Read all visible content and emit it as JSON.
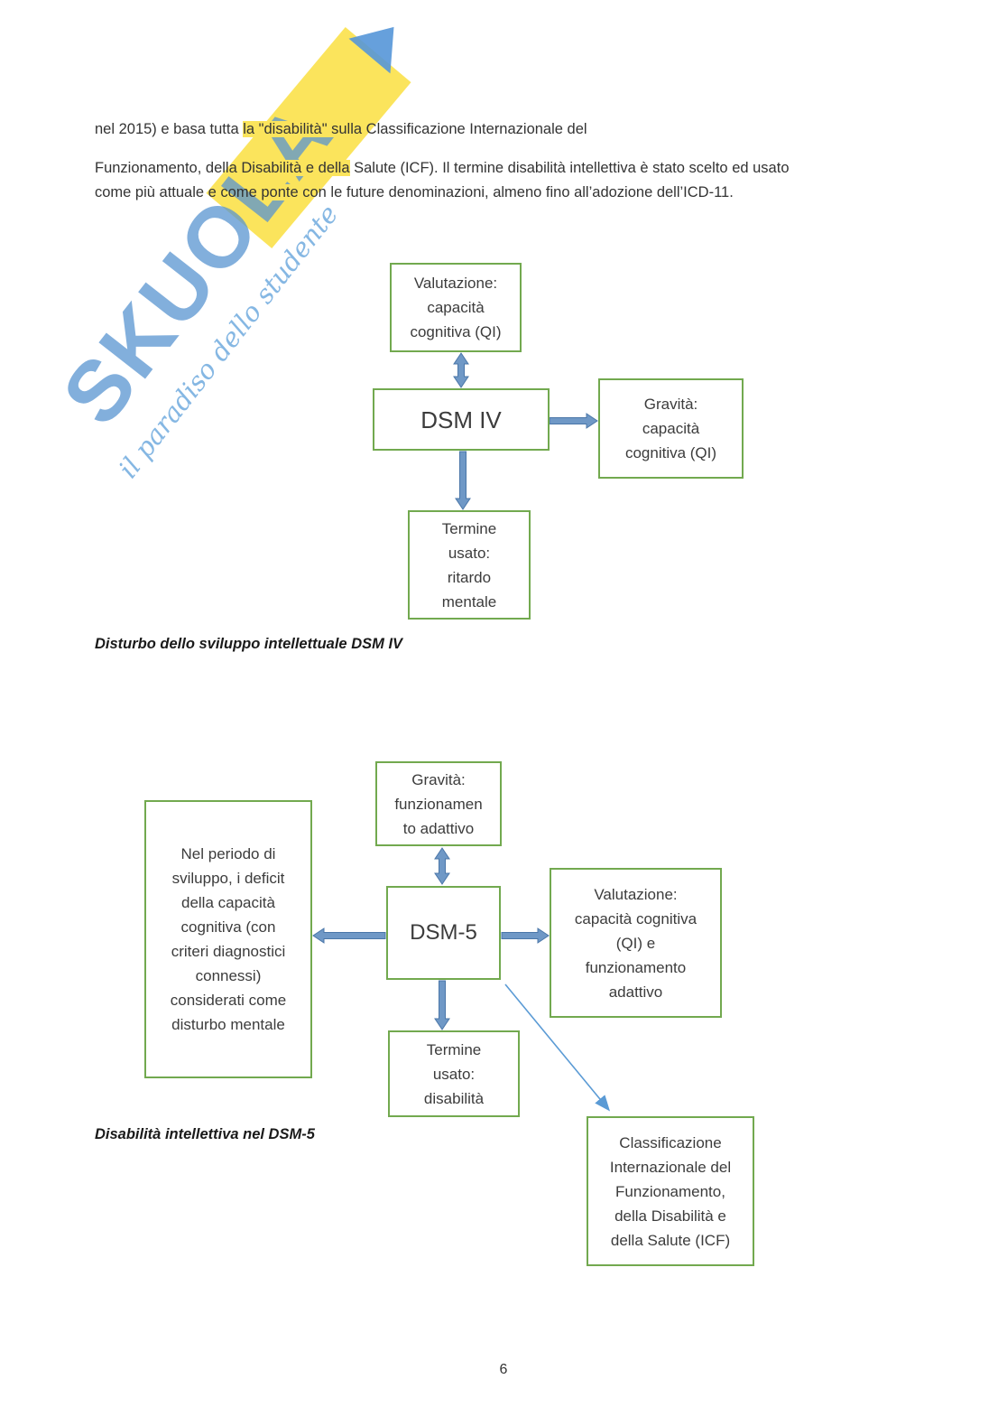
{
  "watermark": {
    "brand": "SKUOLA",
    "tagline": "il paradiso dello studente"
  },
  "body": {
    "p1": [
      {
        "text": "nel 2015) e basa tutta "
      },
      {
        "text": "la \"disabilità\" sulla",
        "highlight": true
      },
      {
        "text": " Classificazione Internazionale del"
      }
    ],
    "p2_line1": [
      {
        "text": "Funzionamento, della "
      },
      {
        "text": "Disabilità e della",
        "highlight": true
      },
      {
        "text": " Salute (ICF). Il termine disabilità intellettiva è stato scelto ed usato"
      }
    ],
    "p2_line2": [
      {
        "text": "come più attuale e come "
      },
      {
        "text": "ponte",
        "highlight": true
      },
      {
        "text": " con le future denominazioni, almeno fino all’adozione dell’ICD-11."
      }
    ]
  },
  "dsm4": {
    "caption": "Disturbo dello sviluppo intellettuale DSM IV",
    "boxes": {
      "valutazione": "Valutazione:\ncapacità\ncognitiva (QI)",
      "center": "DSM IV",
      "gravita": "Gravità:\ncapacità\ncognitiva (QI)",
      "termine": "Termine\nusato:\nritardo\nmentale"
    }
  },
  "dsm5": {
    "caption": "Disabilità intellettiva nel DSM-5",
    "boxes": {
      "gravita": "Gravità:\nfunzionamen\nto adattivo",
      "periodo": "Nel periodo di\nsviluppo, i deficit\ndella capacità\ncognitiva (con\ncriteri diagnostici\nconnessi)\nconsiderati come\ndisturbo mentale",
      "center": "DSM-5",
      "valutazione": "Valutazione:\ncapacità cognitiva\n(QI) e\nfunzionamento\nadattivo",
      "termine": "Termine\nusato:\ndisabilità",
      "classificazione": "Classificazione\nInternazionale del\nFunzionamento,\ndella Disabilità e\ndella Salute (ICF)"
    }
  },
  "page": {
    "number": "6"
  },
  "colors": {
    "box_border": "#72A94F",
    "arrow_fill": "#6F98C6",
    "arrow_stroke": "#4A76A8",
    "highlight": "#FBE45C",
    "watermark_blue": "#5596D8"
  }
}
